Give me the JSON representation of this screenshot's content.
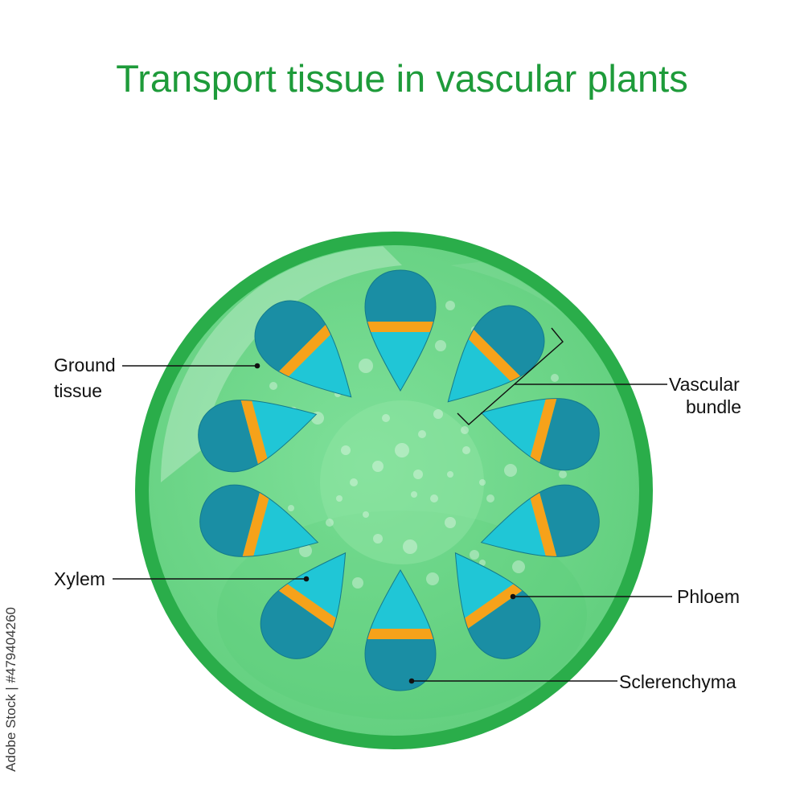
{
  "title": "Transport tissue in vascular plants",
  "stock_id": "Adobe Stock | #479404260",
  "labels": {
    "ground_tissue": [
      "Ground",
      "tissue"
    ],
    "vascular_bundle": [
      "Vascular",
      "bundle"
    ],
    "xylem": "Xylem",
    "phloem": "Phloem",
    "sclerenchyma": "Sclerenchyma"
  },
  "colors": {
    "title": "#1e9b3a",
    "rim": "#2aad4a",
    "ground_tissue": "#6fd98a",
    "pith": "#8ee3a3",
    "sclerenchyma": "#1a8ea4",
    "xylem": "#20c6d6",
    "cambium": "#f6a21a"
  }
}
